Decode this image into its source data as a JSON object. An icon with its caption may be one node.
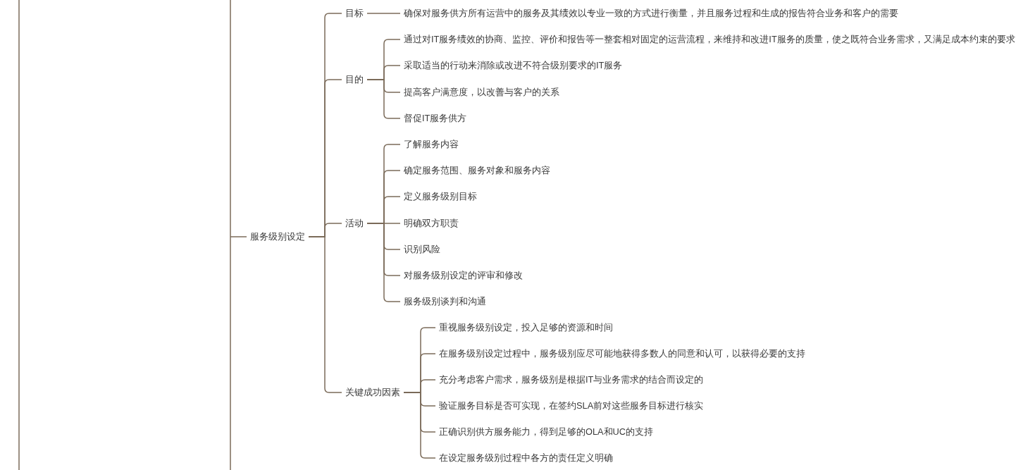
{
  "diagram": {
    "nodes": [
      {
        "text": [
          "服务级别设定"
        ]
      },
      {
        "text": [
          "目标"
        ]
      },
      {
        "text": [
          "确保对服务供方所有运营中的服务及其绩效以专业一致的方式进行衡量，并且服务过程和生成的报告符合业务和客户的需要"
        ]
      },
      {
        "text": [
          "目的"
        ]
      },
      {
        "text": [
          "通过对IT服务绩效的协商、监控、评价和报告等一整套相对固定的运营流程，来维持和改进IT服务的质量，使之既符合业务需求，又满足成本约束的要求"
        ]
      },
      {
        "text": [
          "采取适当的行动来消除或改进不符合级别要求的IT服务"
        ]
      },
      {
        "text": [
          "提高客户满意度，以改善与客户的关系"
        ]
      },
      {
        "text": [
          "督促IT服务供方"
        ]
      },
      {
        "text": [
          "活动"
        ]
      },
      {
        "text": [
          "了解服务内容"
        ]
      },
      {
        "text": [
          "确定服务范围、服务对象和服务内容"
        ]
      },
      {
        "text": [
          "定义服务级别目标"
        ]
      },
      {
        "text": [
          "明确双方职责"
        ]
      },
      {
        "text": [
          "识别风险"
        ]
      },
      {
        "text": [
          "对服务级别设定的评审和修改"
        ]
      },
      {
        "text": [
          "服务级别谈判和沟通"
        ]
      },
      {
        "text": [
          "关键成功因素"
        ]
      },
      {
        "text": [
          "重视服务级别设定，投入足够的资源和时间"
        ]
      },
      {
        "text": [
          "在服务级别设定过程中，服务级别应尽可能地获得多数人的同意和认可，以获得必要的支持"
        ]
      },
      {
        "text": [
          "充分考虑客户需求，服务级别是根据IT与业务需求的结合而设定的"
        ]
      },
      {
        "text": [
          "验证服务目标是否可实现，在签约SLA前对这些服务目标进行核实"
        ]
      },
      {
        "text": [
          "正确识别供方服务能力，得到足够的OLA和UC的支持"
        ]
      },
      {
        "text": [
          "在设定服务级别过程中各方的责任定义明确"
        ]
      }
    ],
    "edges": [
      {
        "from": null,
        "to": 0,
        "arrow": "none"
      },
      {
        "from": 0,
        "to": 1,
        "arrow": "none"
      },
      {
        "from": 0,
        "to": 3,
        "arrow": "none"
      },
      {
        "from": 0,
        "to": 8,
        "arrow": "none"
      },
      {
        "from": 0,
        "to": 16,
        "arrow": "none"
      },
      {
        "from": 1,
        "to": 2,
        "arrow": "none"
      },
      {
        "from": 3,
        "to": 4,
        "arrow": "none"
      },
      {
        "from": 3,
        "to": 5,
        "arrow": "none"
      },
      {
        "from": 3,
        "to": 6,
        "arrow": "none"
      },
      {
        "from": 3,
        "to": 7,
        "arrow": "none"
      },
      {
        "from": 8,
        "to": 9,
        "arrow": "none"
      },
      {
        "from": 8,
        "to": 10,
        "arrow": "none"
      },
      {
        "from": 8,
        "to": 11,
        "arrow": "none"
      },
      {
        "from": 8,
        "to": 12,
        "arrow": "none"
      },
      {
        "from": 8,
        "to": 13,
        "arrow": "none"
      },
      {
        "from": 8,
        "to": 14,
        "arrow": "none"
      },
      {
        "from": 8,
        "to": 15,
        "arrow": "none"
      },
      {
        "from": 16,
        "to": 17,
        "arrow": "none"
      },
      {
        "from": 16,
        "to": 18,
        "arrow": "none"
      },
      {
        "from": 16,
        "to": 19,
        "arrow": "none"
      },
      {
        "from": 16,
        "to": 20,
        "arrow": "none"
      },
      {
        "from": 16,
        "to": 21,
        "arrow": "none"
      },
      {
        "from": 16,
        "to": 22,
        "arrow": "none"
      }
    ]
  }
}
